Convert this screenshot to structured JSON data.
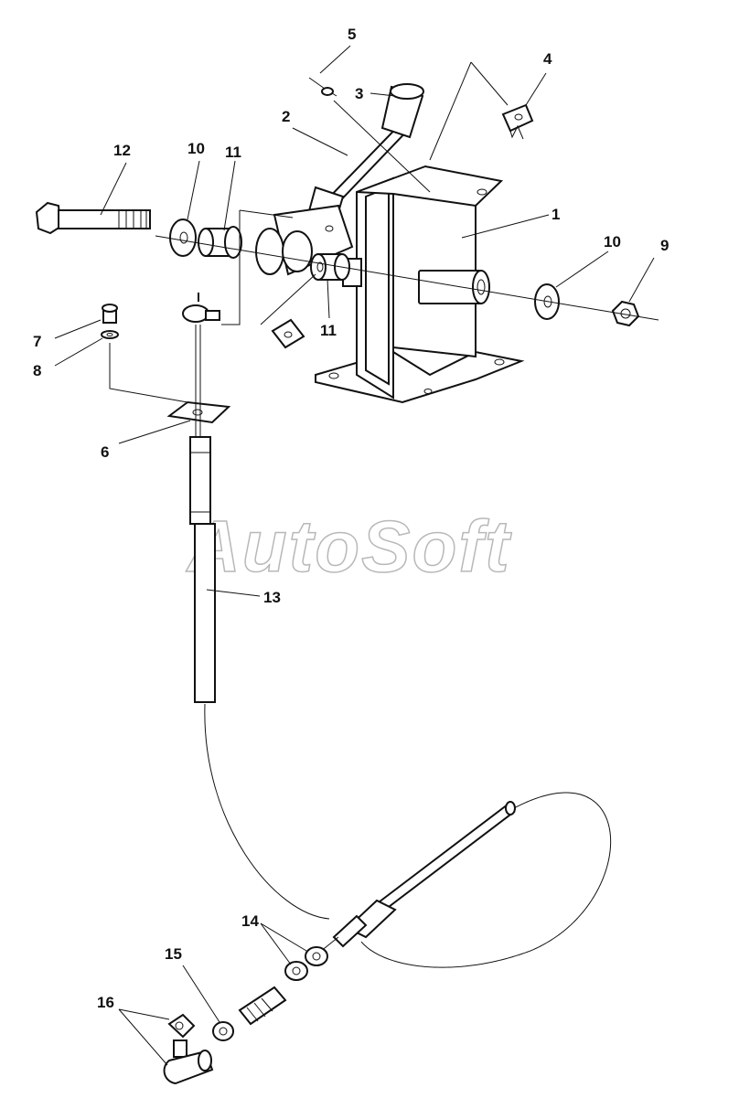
{
  "watermark": "AutoSoft",
  "callouts": {
    "c1": "1",
    "c2": "2",
    "c3": "3",
    "c4": "4",
    "c5": "5",
    "c6": "6",
    "c7": "7",
    "c8": "8",
    "c9": "9",
    "c10a": "10",
    "c10b": "10",
    "c11a": "11",
    "c11b": "11",
    "c12": "12",
    "c13": "13",
    "c14": "14",
    "c15": "15",
    "c16": "16"
  }
}
